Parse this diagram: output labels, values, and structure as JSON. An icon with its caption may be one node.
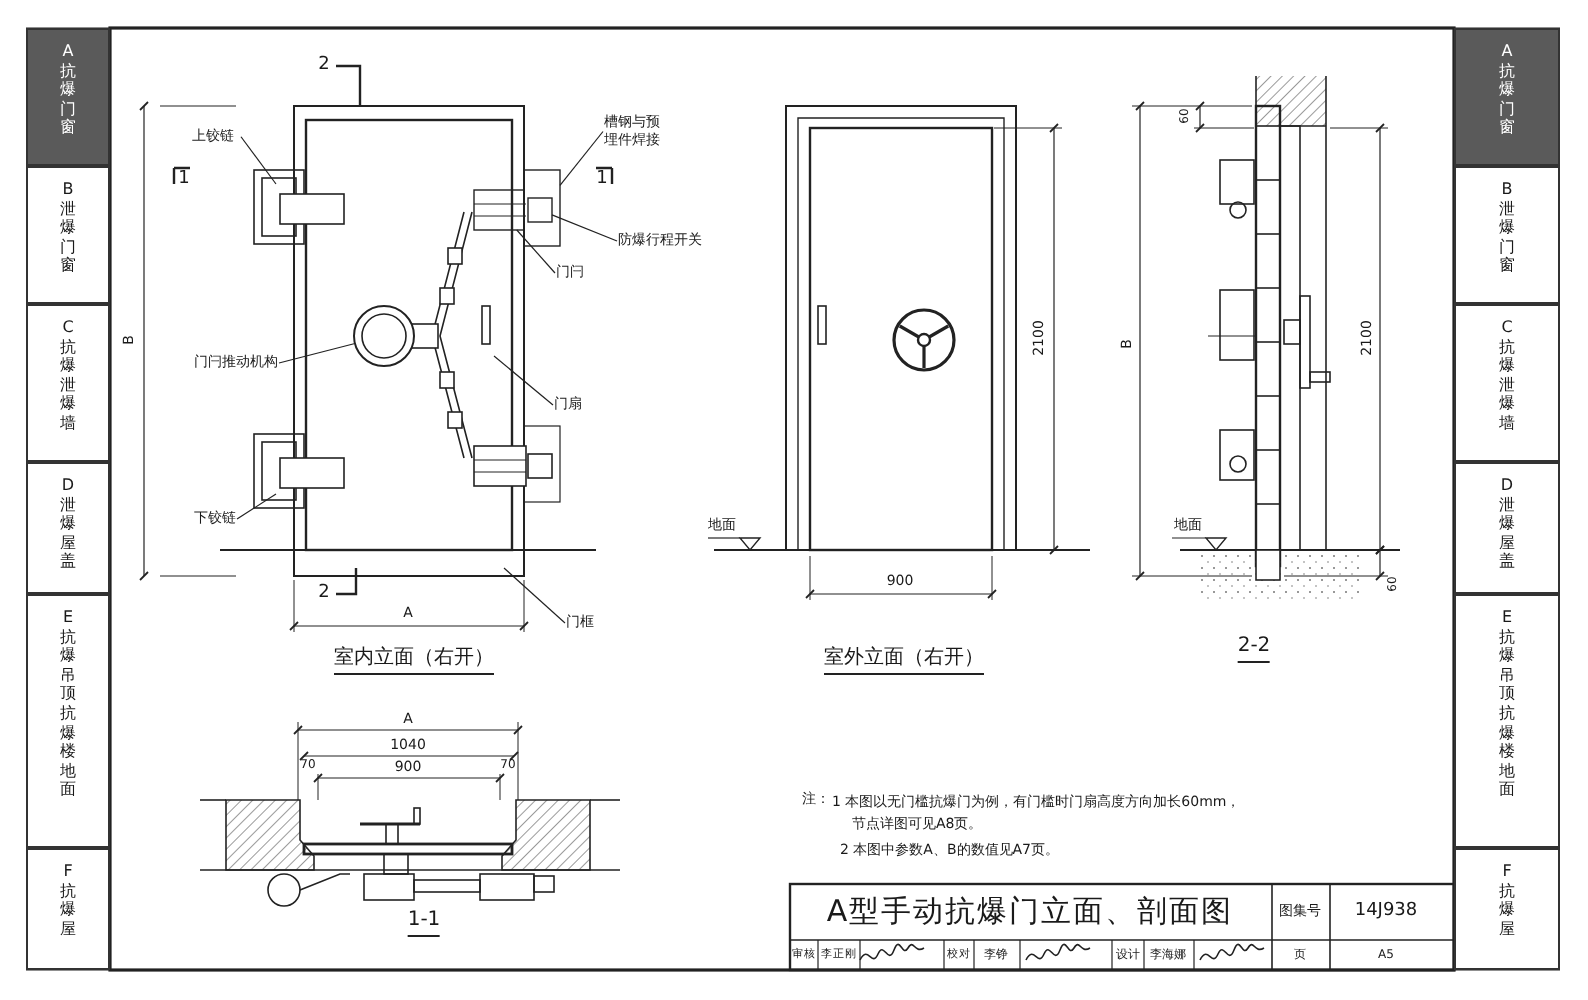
{
  "diagram": {
    "title": "A型手动抗爆门立面、剖面图",
    "nodes": [
      {
        "text": [
          "A",
          "抗爆门窗"
        ]
      },
      {
        "text": [
          "B",
          "泄爆门窗"
        ]
      },
      {
        "text": [
          "C",
          "抗爆泄爆墙"
        ]
      },
      {
        "text": [
          "D",
          "泄爆屋盖"
        ]
      },
      {
        "text": [
          "E",
          "抗爆吊顶抗爆楼地面"
        ]
      },
      {
        "text": [
          "F",
          "抗爆屋"
        ]
      },
      {
        "text": [
          "上铰链"
        ]
      },
      {
        "text": [
          "槽钢与预埋件焊接"
        ]
      },
      {
        "text": [
          "防爆行程开关"
        ]
      },
      {
        "text": [
          "门闩"
        ]
      },
      {
        "text": [
          "门闩推动机构"
        ]
      },
      {
        "text": [
          "门扇"
        ]
      },
      {
        "text": [
          "下铰链"
        ]
      },
      {
        "text": [
          "门框"
        ]
      },
      {
        "text": [
          "A",
          "抗爆门窗"
        ]
      },
      {
        "text": [
          "B",
          "泄爆门窗"
        ]
      },
      {
        "text": [
          "C",
          "抗爆泄爆墙"
        ]
      },
      {
        "text": [
          "D",
          "泄爆屋盖"
        ]
      },
      {
        "text": [
          "E",
          "抗爆吊顶抗爆楼地面"
        ]
      },
      {
        "text": [
          "F",
          "抗爆屋"
        ]
      },
      {
        "text": [],
        "shape": "box"
      },
      {
        "text": [],
        "shape": "box",
        "in": 20
      },
      {
        "text": [],
        "shape": "circle"
      },
      {
        "text": [],
        "shape": "box"
      }
    ],
    "edges": [
      {
        "from": 6,
        "to": null,
        "arrow": "none"
      },
      {
        "from": 7,
        "to": 20,
        "arrow": "none"
      },
      {
        "from": 8,
        "to": 21,
        "arrow": "none"
      },
      {
        "from": 9,
        "to": 23,
        "arrow": "none"
      },
      {
        "from": 10,
        "to": 22,
        "arrow": "none"
      },
      {
        "from": 11,
        "to": null,
        "arrow": "none"
      },
      {
        "from": 12,
        "to": null,
        "arrow": "none"
      },
      {
        "from": 13,
        "to": null,
        "arrow": "none"
      }
    ],
    "labels": [
      "2",
      "1",
      "1",
      "B",
      "2",
      "A",
      "室内立面（右开）",
      "地面",
      "2100",
      "900",
      "室外立面（右开）",
      "60",
      "B",
      "2100",
      "地面",
      "60",
      "2-2",
      "A",
      "1040",
      "70",
      "900",
      "70",
      "1-1",
      "注：",
      "1 本图以无门槛抗爆门为例，有门槛时门扇高度方向加长60mm，节点详图可见A8页。",
      "2 本图中参数A、B的数值见A7页。",
      "图集号",
      "14J938",
      "审核",
      "李正刚",
      "校对",
      "李铮",
      "设计",
      "李海娜",
      "页",
      "A5"
    ]
  }
}
